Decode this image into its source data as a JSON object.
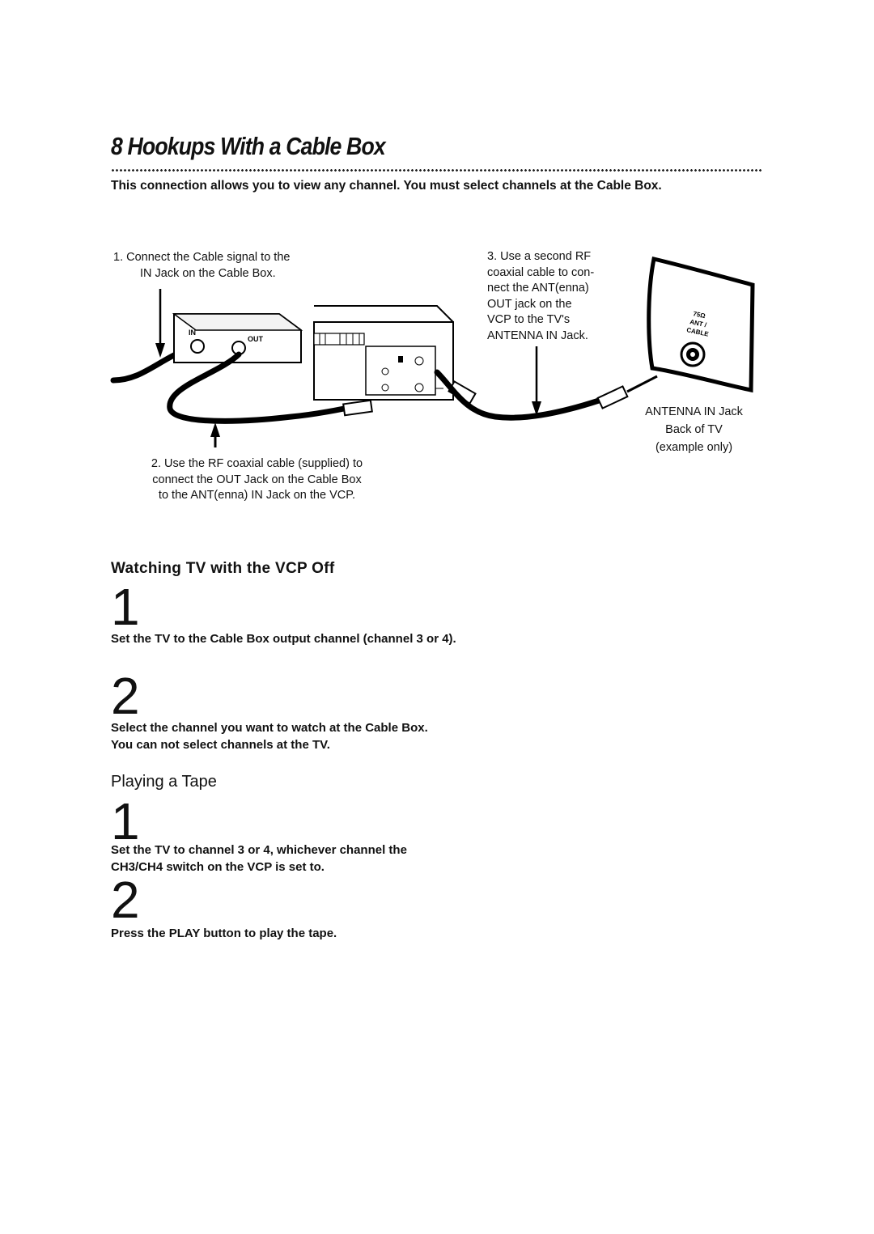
{
  "title": "8 Hookups With a Cable Box",
  "intro": "This connection allows you to view any channel.  You must select channels at the Cable Box.",
  "diagram": {
    "caption_step1_line1": "1. Connect the Cable signal to the",
    "caption_step1_line2": "IN Jack on the Cable Box.",
    "caption_step2_line1": "2. Use the RF coaxial cable (supplied) to",
    "caption_step2_line2": "connect the OUT Jack on the Cable Box",
    "caption_step2_line3": "to the ANT(enna) IN Jack on the VCP.",
    "caption_step3_line1": "3. Use a second RF",
    "caption_step3_line2": "coaxial cable to con-",
    "caption_step3_line3": "nect the ANT(enna)",
    "caption_step3_line4": "OUT jack on the",
    "caption_step3_line5": "VCP to the TV's",
    "caption_step3_line6": "ANTENNA IN Jack.",
    "tv_caption_line1": "ANTENNA IN Jack",
    "tv_caption_line2": "Back of TV",
    "tv_caption_line3": "(example only)",
    "cable_box_in_label": "IN",
    "cable_box_out_label": "OUT",
    "tv_panel_label_1": "75Ω",
    "tv_panel_label_2": "ANT /",
    "tv_panel_label_3": "CABLE"
  },
  "section1": {
    "heading": "Watching TV with the VCP Off",
    "steps": [
      {
        "number": "1",
        "text": "Set the TV to the Cable Box output channel (channel 3 or 4)."
      },
      {
        "number": "2",
        "text_line1": "Select the channel you want to watch at the Cable Box.",
        "text_line2": "You can not select channels at the TV."
      }
    ]
  },
  "section2": {
    "heading": "Playing a Tape",
    "steps": [
      {
        "number": "1",
        "text_line1": "Set the TV to channel 3 or 4, whichever channel the",
        "text_line2": "CH3/CH4 switch on the VCP is set to."
      },
      {
        "number": "2",
        "text": "Press the PLAY button to play the tape."
      }
    ]
  }
}
